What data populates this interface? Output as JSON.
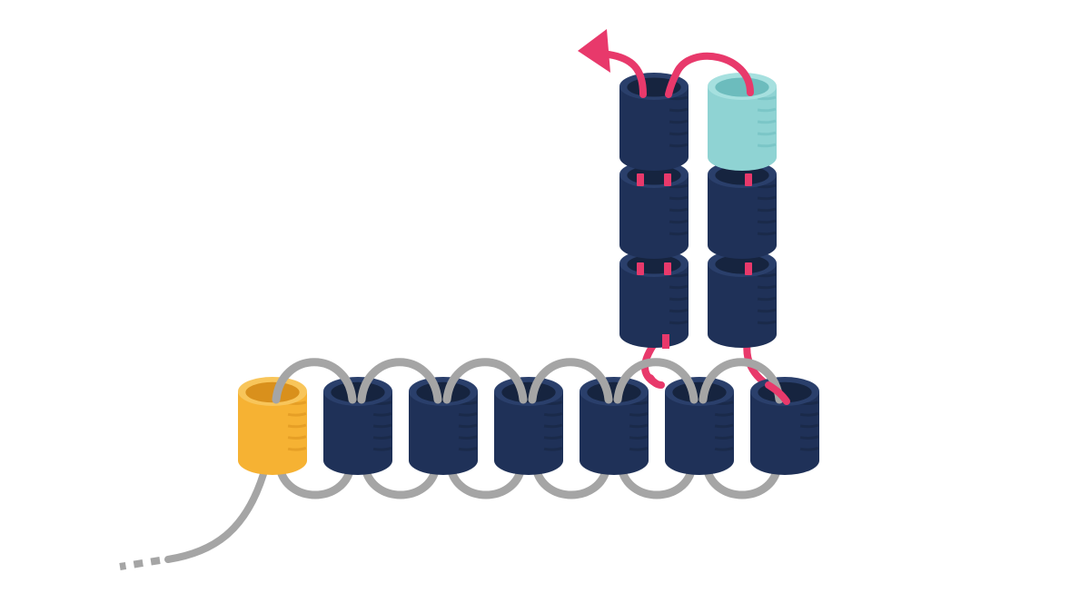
{
  "diagram": {
    "colors": {
      "background": "#ffffff",
      "cylinder_navy": "#1f3158",
      "cylinder_navy_rim": "#2a3f6b",
      "cylinder_navy_inner": "#16243f",
      "cylinder_orange": "#f6b233",
      "cylinder_orange_rim": "#f8c55a",
      "cylinder_orange_inner": "#d9901c",
      "cylinder_teal": "#8fd3d3",
      "cylinder_teal_rim": "#a6e0df",
      "cylinder_teal_inner": "#6cbcbd",
      "chain_gray": "#a5a5a5",
      "marker_pink": "#e8396b"
    },
    "icons": [
      "arrow-left-icon"
    ],
    "components": {
      "horizontal_row": {
        "count": 7,
        "first_color": "orange",
        "rest_color": "navy"
      },
      "stack_left": {
        "count": 3,
        "color": "navy"
      },
      "stack_right": {
        "count": 3,
        "top_color": "teal",
        "rest_color": "navy"
      }
    }
  }
}
